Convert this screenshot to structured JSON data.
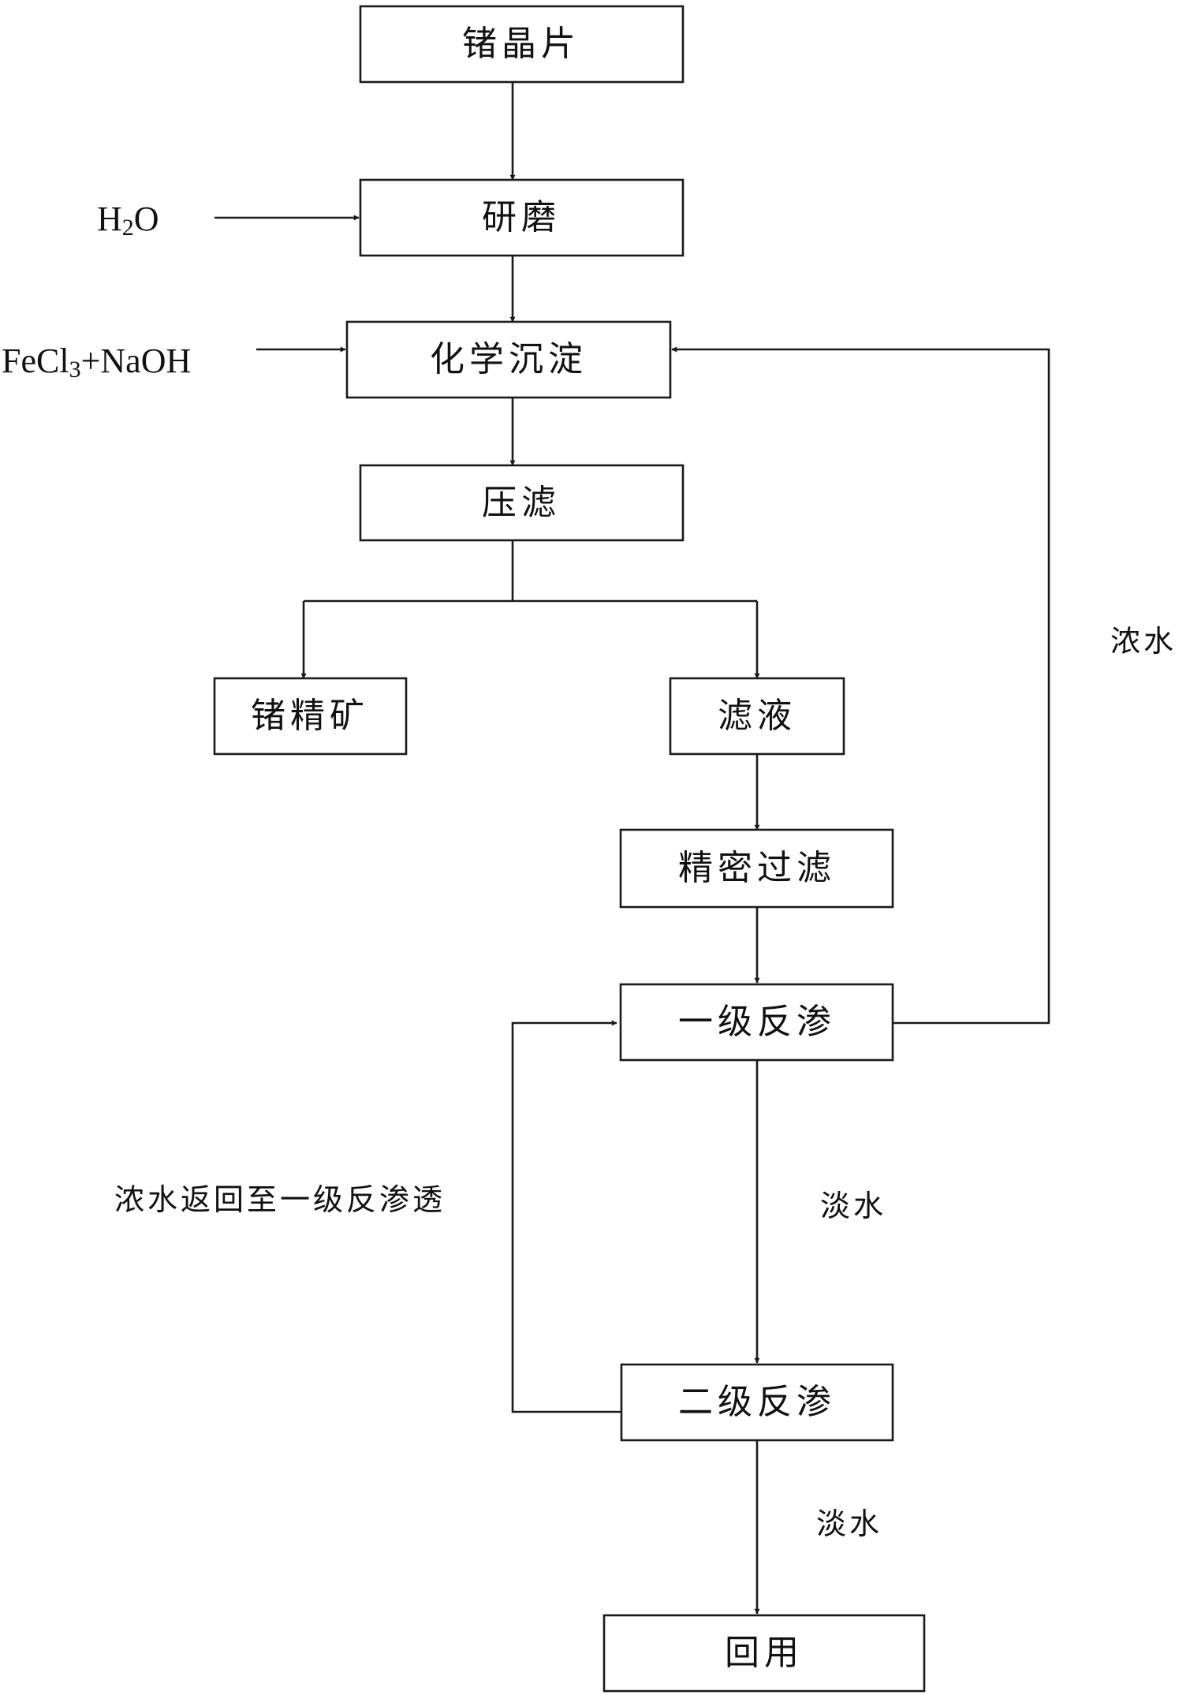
{
  "nodes": {
    "germanium_chips": "锗晶片",
    "grinding": "研磨",
    "chemical_precipitation": "化学沉淀",
    "press_filter": "压滤",
    "germanium_concentrate": "锗精矿",
    "filtrate": "滤液",
    "precision_filter": "精密过滤",
    "ro_stage1": "一级反渗",
    "ro_stage2": "二级反渗",
    "reuse": "回用"
  },
  "inputs": {
    "water": {
      "main": "H",
      "sub": "2",
      "tail": "O"
    },
    "reagents": {
      "main": "FeCl",
      "sub": "3",
      "tail": "+NaOH"
    }
  },
  "edge_labels": {
    "concentrate_recycle": "浓水",
    "concentrate_return": "浓水返回至一级反渗透",
    "permeate_1": "淡水",
    "permeate_2": "淡水"
  },
  "colors": {
    "line": "#1a1a1a",
    "text": "#111111"
  }
}
